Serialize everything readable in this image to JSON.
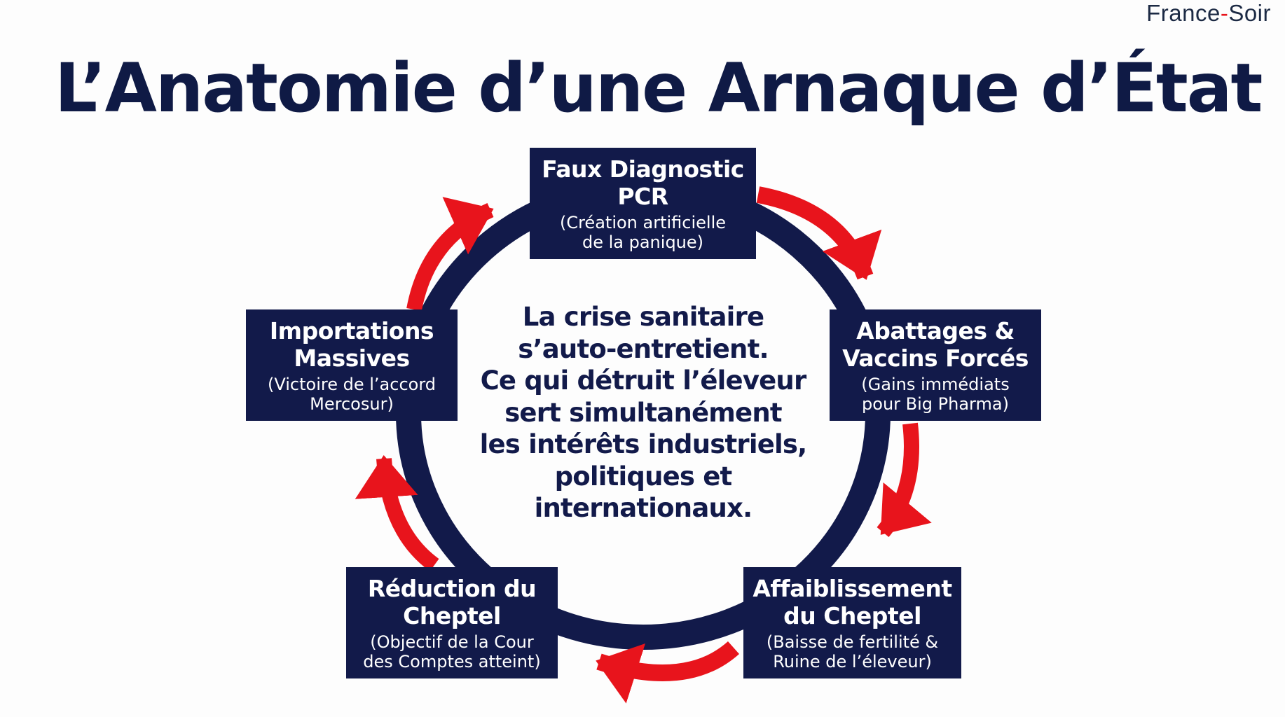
{
  "brand": {
    "part1": "France",
    "dash": "-",
    "part2": "Soir"
  },
  "title": "L’Anatomie d’une Arnaque d’État",
  "colors": {
    "navy": "#121a4a",
    "red": "#e8141c",
    "background": "#fdfdfd"
  },
  "cycle": [
    {
      "title_lines": [
        "Faux Diagnostic",
        "PCR"
      ],
      "subtitle_lines": [
        "(Création artificielle",
        "de la panique)"
      ]
    },
    {
      "title_lines": [
        "Abattages &",
        "Vaccins Forcés"
      ],
      "subtitle_lines": [
        "(Gains immédiats",
        "pour Big Pharma)"
      ]
    },
    {
      "title_lines": [
        "Affaiblissement",
        "du Cheptel"
      ],
      "subtitle_lines": [
        "(Baisse de fertilité &",
        "Ruine de l’éleveur)"
      ]
    },
    {
      "title_lines": [
        "Réduction du",
        "Cheptel"
      ],
      "subtitle_lines": [
        "(Objectif de la Cour",
        "des Comptes atteint)"
      ]
    },
    {
      "title_lines": [
        "Importations",
        "Massives"
      ],
      "subtitle_lines": [
        "(Victoire de l’accord",
        "Mercosur)"
      ]
    }
  ],
  "center_text": [
    "La crise sanitaire",
    "s’auto-entretient.",
    "Ce qui détruit l’éleveur",
    "sert simultanément",
    "les intérêts industriels,",
    "politiques et",
    "internationaux."
  ]
}
